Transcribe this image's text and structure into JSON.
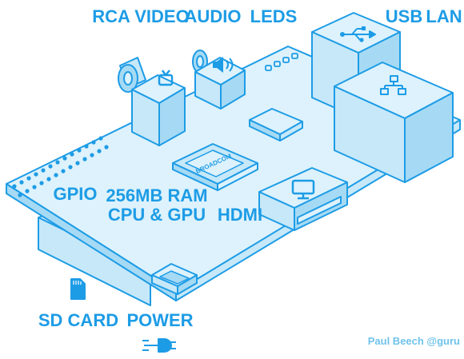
{
  "colors": {
    "outline": "#1d9ce6",
    "fill_light": "#ddf2fc",
    "fill_mid": "#c6e8f9",
    "fill_dark": "#a6daf4",
    "credit": "#6fc3ec"
  },
  "labels": {
    "rca_video": "RCA VIDEO",
    "audio": "AUDIO",
    "leds": "LEDS",
    "usb": "USB",
    "lan": "LAN",
    "gpio": "GPIO",
    "ram_line1": "256MB RAM",
    "ram_line2": "CPU & GPU",
    "hdmi": "HDMI",
    "sd_card": "SD CARD",
    "power": "POWER",
    "credit": "Paul Beech @guru",
    "chip_logo": "BROADCOM"
  },
  "icons": [
    "tv-icon",
    "speaker-icon",
    "usb-icon",
    "network-icon",
    "monitor-icon",
    "sd-card-icon",
    "power-plug-icon"
  ]
}
